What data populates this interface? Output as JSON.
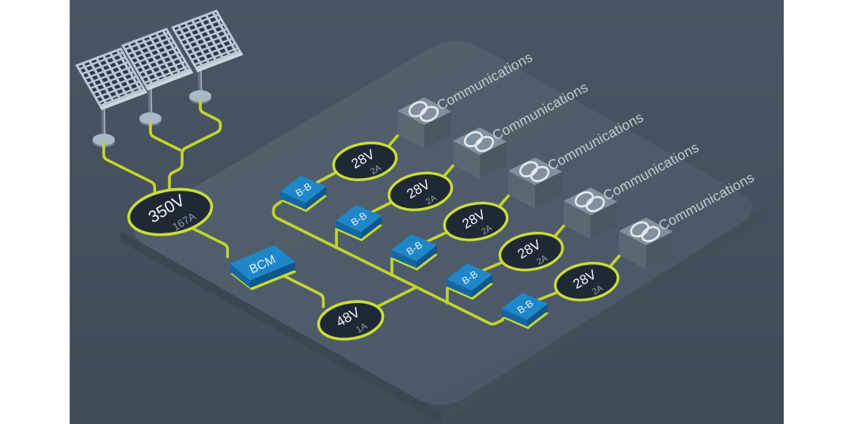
{
  "scene": {
    "title": "solar-power-distribution-diagram",
    "source_node": {
      "voltage": "350V",
      "current": "167A"
    },
    "bcm": {
      "label": "BCM"
    },
    "bus_node": {
      "voltage": "48V",
      "current": "1A"
    },
    "chains": [
      {
        "converter": "B-B",
        "voltage": "28V",
        "current": "2A",
        "load": "Communications"
      },
      {
        "converter": "B-B",
        "voltage": "28V",
        "current": "2A",
        "load": "Communications"
      },
      {
        "converter": "B-B",
        "voltage": "28V",
        "current": "2A",
        "load": "Communications"
      },
      {
        "converter": "B-B",
        "voltage": "28V",
        "current": "2A",
        "load": "Communications"
      },
      {
        "converter": "B-B",
        "voltage": "28V",
        "current": "2A",
        "load": "Communications"
      }
    ],
    "solar_panels_count": 3,
    "icons": [
      "solar-panel-icon",
      "interlocked-rings-icon"
    ],
    "colors": {
      "wire": "#c2d52f",
      "ring": "#cbdd37",
      "node_fill": "#1e2935",
      "node_subtext": "#8b99a7",
      "box_blue_top": "#1d87c9",
      "box_blue_side": "#1565a4",
      "cube_top": "#82909e",
      "cube_left": "#5a6874",
      "cube_right": "#4a5863",
      "label_text": "#c3cbd3",
      "platform": "#4e5d6b",
      "background": "#45515d",
      "panel_frame": "#b9c8d4",
      "panel_cell": "#2b3844"
    }
  }
}
